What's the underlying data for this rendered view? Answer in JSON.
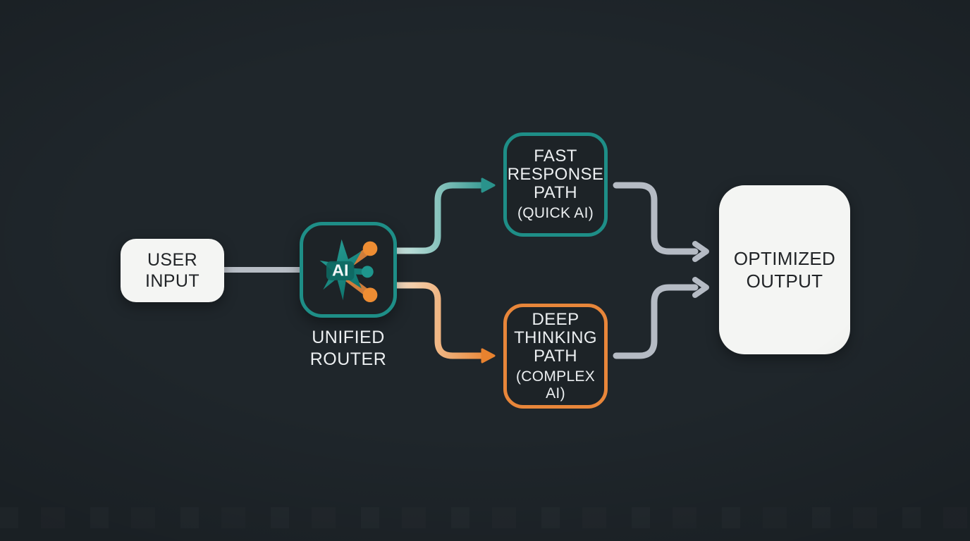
{
  "diagram": {
    "colors": {
      "bg": "#1f262b",
      "box_dark": "#1d2327",
      "box_light": "#f4f5f3",
      "teal": "#1e8e87",
      "teal_light": "#cfe7e2",
      "orange": "#e8863a",
      "orange_light": "#f6ddc4",
      "gray": "#b5bbc4",
      "text_light": "#eceff1",
      "text_dark": "#212427",
      "node_orange": "#ee8d33"
    },
    "nodes": {
      "user_input": {
        "lines": [
          "USER",
          "INPUT"
        ]
      },
      "unified_router": {
        "label_lines": [
          "UNIFIED",
          "ROUTER"
        ],
        "icon_label": "AI"
      },
      "fast_response": {
        "lines": [
          "FAST",
          "RESPONSE",
          "PATH"
        ],
        "subtitle": "(QUICK AI)"
      },
      "deep_thinking": {
        "lines": [
          "DEEP",
          "THINKING",
          "PATH"
        ],
        "subtitle": "(COMPLEX AI)"
      },
      "optimized_output": {
        "lines": [
          "OPTIMIZED",
          "OUTPUT"
        ]
      }
    },
    "edges": [
      {
        "from": "user_input",
        "to": "unified_router",
        "style": "gray-line"
      },
      {
        "from": "unified_router",
        "to": "fast_response",
        "style": "teal-gradient-arrow"
      },
      {
        "from": "unified_router",
        "to": "deep_thinking",
        "style": "orange-gradient-arrow"
      },
      {
        "from": "fast_response",
        "to": "optimized_output",
        "style": "gray-chevron-arrow"
      },
      {
        "from": "deep_thinking",
        "to": "optimized_output",
        "style": "gray-chevron-arrow"
      }
    ]
  }
}
